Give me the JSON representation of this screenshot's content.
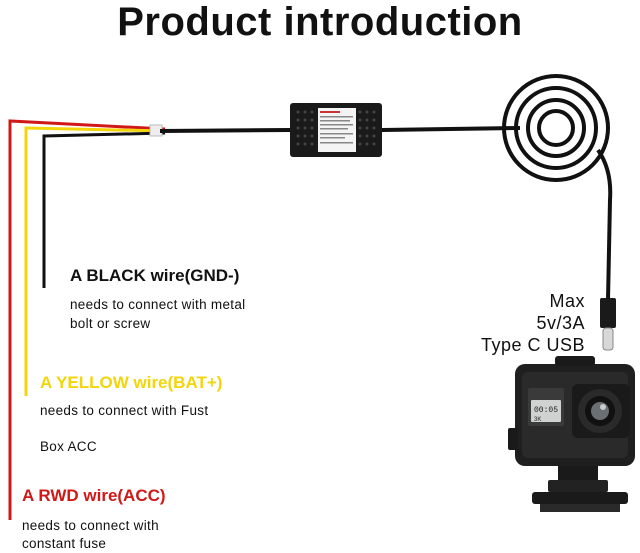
{
  "title": "Product introduction",
  "wires": {
    "black": {
      "label": "A BLACK wire(GND-)",
      "desc_lines": [
        "needs to connect with metal",
        "bolt or screw"
      ],
      "color": "#111111"
    },
    "yellow": {
      "label": "A YELLOW wire(BAT+)",
      "desc_lines": [
        "needs to connect with Fust",
        "Box ACC"
      ],
      "color": "#f2d50a"
    },
    "red": {
      "label": "A RWD wire(ACC)",
      "desc_lines": [
        "needs to connect with",
        "constant fuse"
      ],
      "color": "#d01818"
    }
  },
  "output_spec": [
    "Max",
    "5v/3A",
    "Type C USB"
  ],
  "camera_screen": [
    "00:05",
    "3K"
  ]
}
